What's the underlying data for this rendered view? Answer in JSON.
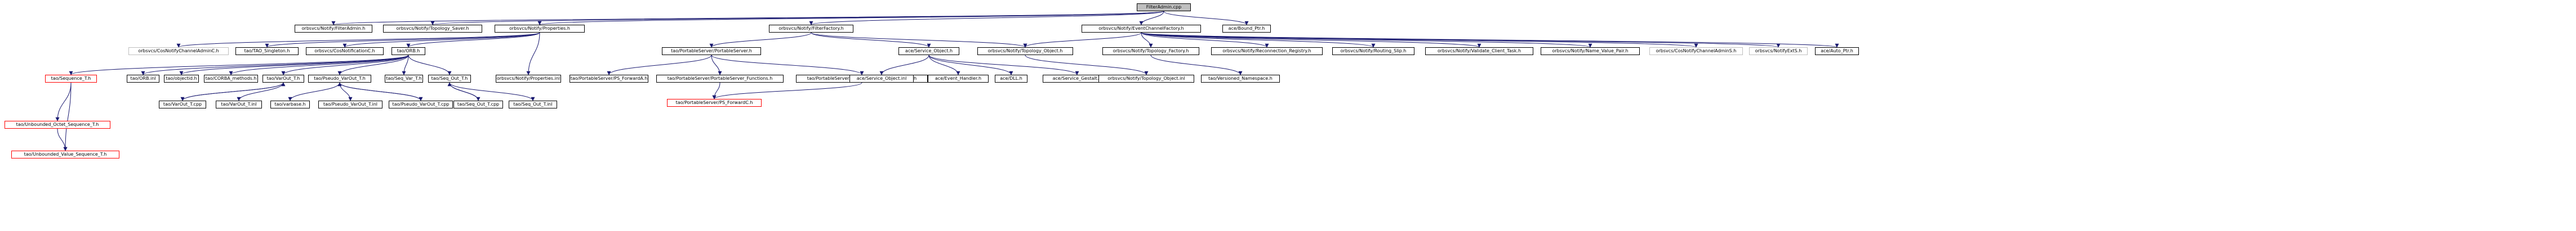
{
  "nodes": [
    {
      "id": "root",
      "label": "FilterAdmin.cpp",
      "style": "root",
      "interactable": false
    },
    {
      "id": "n_filteradmin_h",
      "label": "orbsvcs/Notify/FilterAdmin.h",
      "style": "normal",
      "interactable": true
    },
    {
      "id": "n_topology_saver",
      "label": "orbsvcs/Notify/Topology_Saver.h",
      "style": "normal",
      "interactable": true
    },
    {
      "id": "n_properties_h",
      "label": "orbsvcs/Notify/Properties.h",
      "style": "normal",
      "interactable": true
    },
    {
      "id": "n_filterfactory",
      "label": "orbsvcs/Notify/FilterFactory.h",
      "style": "normal",
      "interactable": true
    },
    {
      "id": "n_ecfactory",
      "label": "orbsvcs/Notify/EventChannelFactory.h",
      "style": "normal",
      "interactable": true
    },
    {
      "id": "n_bound_ptr",
      "label": "ace/Bound_Ptr.h",
      "style": "normal",
      "interactable": true
    },
    {
      "id": "n_cosnotifychanneladminc",
      "label": "orbsvcs/CosNotifyChannelAdminC.h",
      "style": "light",
      "interactable": false
    },
    {
      "id": "n_tao_singleton",
      "label": "tao/TAO_Singleton.h",
      "style": "normal",
      "interactable": true
    },
    {
      "id": "n_cosnotificationc",
      "label": "orbsvcs/CosNotificationC.h",
      "style": "normal",
      "interactable": true
    },
    {
      "id": "n_orb_h",
      "label": "tao/ORB.h",
      "style": "normal",
      "interactable": true
    },
    {
      "id": "n_portableserver_h",
      "label": "tao/PortableServer/PortableServer.h",
      "style": "normal",
      "interactable": true
    },
    {
      "id": "n_service_object_h",
      "label": "ace/Service_Object.h",
      "style": "normal",
      "interactable": true
    },
    {
      "id": "n_topology_object_h",
      "label": "orbsvcs/Notify/Topology_Object.h",
      "style": "normal",
      "interactable": true
    },
    {
      "id": "n_topology_factory",
      "label": "orbsvcs/Notify/Topology_Factory.h",
      "style": "normal",
      "interactable": true
    },
    {
      "id": "n_reconnection_registry",
      "label": "orbsvcs/Notify/Reconnection_Registry.h",
      "style": "normal",
      "interactable": true
    },
    {
      "id": "n_routing_slip",
      "label": "orbsvcs/Notify/Routing_Slip.h",
      "style": "normal",
      "interactable": true
    },
    {
      "id": "n_validate_client_task",
      "label": "orbsvcs/Notify/Validate_Client_Task.h",
      "style": "normal",
      "interactable": true
    },
    {
      "id": "n_name_value_pair",
      "label": "orbsvcs/Notify/Name_Value_Pair.h",
      "style": "normal",
      "interactable": true
    },
    {
      "id": "n_cosnotifychanneladmins",
      "label": "orbsvcs/CosNotifyChannelAdminS.h",
      "style": "light",
      "interactable": false
    },
    {
      "id": "n_notifyexts",
      "label": "orbsvcs/NotifyExtS.h",
      "style": "light",
      "interactable": false
    },
    {
      "id": "n_auto_ptr",
      "label": "ace/Auto_Ptr.h",
      "style": "normal",
      "interactable": true
    },
    {
      "id": "n_sequence_t",
      "label": "tao/Sequence_T.h",
      "style": "red",
      "interactable": false
    },
    {
      "id": "n_orb_inl",
      "label": "tao/ORB.inl",
      "style": "normal",
      "interactable": true
    },
    {
      "id": "n_objectid",
      "label": "tao/objectid.h",
      "style": "normal",
      "interactable": true
    },
    {
      "id": "n_corba_methods",
      "label": "tao/CORBA_methods.h",
      "style": "normal",
      "interactable": true
    },
    {
      "id": "n_varout_t_h",
      "label": "tao/VarOut_T.h",
      "style": "normal",
      "interactable": true
    },
    {
      "id": "n_pseudo_varout_t_h",
      "label": "tao/Pseudo_VarOut_T.h",
      "style": "normal",
      "interactable": true
    },
    {
      "id": "n_seq_var_t",
      "label": "tao/Seq_Var_T.h",
      "style": "normal",
      "interactable": true
    },
    {
      "id": "n_seq_out_t_h",
      "label": "tao/Seq_Out_T.h",
      "style": "normal",
      "interactable": true
    },
    {
      "id": "n_properties_inl",
      "label": "orbsvcs/Notify/Properties.inl",
      "style": "normal",
      "interactable": true
    },
    {
      "id": "n_ps_forwarda",
      "label": "tao/PortableServer/PS_ForwardA.h",
      "style": "normal",
      "interactable": true
    },
    {
      "id": "n_ps_functions",
      "label": "tao/PortableServer/PortableServer_Functions.h",
      "style": "normal",
      "interactable": true
    },
    {
      "id": "n_ps_wfunctions",
      "label": "tao/PortableServer/PortableServer_WFunctions.h",
      "style": "normal",
      "interactable": true
    },
    {
      "id": "n_service_object_inl",
      "label": "ace/Service_Object.inl",
      "style": "normal",
      "interactable": true
    },
    {
      "id": "n_event_handler",
      "label": "ace/Event_Handler.h",
      "style": "normal",
      "interactable": true
    },
    {
      "id": "n_dll_h",
      "label": "ace/DLL.h",
      "style": "normal",
      "interactable": true
    },
    {
      "id": "n_service_gestalt",
      "label": "ace/Service_Gestalt.h",
      "style": "normal",
      "interactable": true
    },
    {
      "id": "n_topology_object_inl",
      "label": "orbsvcs/Notify/Topology_Object.inl",
      "style": "normal",
      "interactable": true
    },
    {
      "id": "n_versioned_namespace",
      "label": "tao/Versioned_Namespace.h",
      "style": "normal",
      "interactable": true
    },
    {
      "id": "n_unbounded_octet",
      "label": "tao/Unbounded_Octet_Sequence_T.h",
      "style": "red",
      "interactable": false
    },
    {
      "id": "n_varout_t_cpp",
      "label": "tao/VarOut_T.cpp",
      "style": "normal",
      "interactable": true
    },
    {
      "id": "n_varout_t_inl",
      "label": "tao/VarOut_T.inl",
      "style": "normal",
      "interactable": true
    },
    {
      "id": "n_varbase",
      "label": "tao/varbase.h",
      "style": "normal",
      "interactable": true
    },
    {
      "id": "n_pseudo_varout_t_inl",
      "label": "tao/Pseudo_VarOut_T.inl",
      "style": "normal",
      "interactable": true
    },
    {
      "id": "n_pseudo_varout_t_cpp",
      "label": "tao/Pseudo_VarOut_T.cpp",
      "style": "normal",
      "interactable": true
    },
    {
      "id": "n_seq_out_t_cpp",
      "label": "tao/Seq_Out_T.cpp",
      "style": "normal",
      "interactable": true
    },
    {
      "id": "n_seq_out_t_inl",
      "label": "tao/Seq_Out_T.inl",
      "style": "normal",
      "interactable": true
    },
    {
      "id": "n_ps_forwardc",
      "label": "tao/PortableServer/PS_ForwardC.h",
      "style": "red",
      "interactable": false
    },
    {
      "id": "n_unbounded_value",
      "label": "tao/Unbounded_Value_Sequence_T.h",
      "style": "red",
      "interactable": false
    }
  ],
  "edges": [
    [
      "root",
      "n_filteradmin_h"
    ],
    [
      "root",
      "n_topology_saver"
    ],
    [
      "root",
      "n_properties_h"
    ],
    [
      "root",
      "n_filterfactory"
    ],
    [
      "root",
      "n_ecfactory"
    ],
    [
      "root",
      "n_bound_ptr"
    ],
    [
      "n_properties_h",
      "n_cosnotifychanneladminc"
    ],
    [
      "n_properties_h",
      "n_tao_singleton"
    ],
    [
      "n_properties_h",
      "n_cosnotificationc"
    ],
    [
      "n_properties_h",
      "n_orb_h"
    ],
    [
      "n_properties_h",
      "n_properties_inl"
    ],
    [
      "n_filterfactory",
      "n_portableserver_h"
    ],
    [
      "n_filterfactory",
      "n_service_object_h"
    ],
    [
      "n_filterfactory",
      "n_topology_object_h"
    ],
    [
      "n_ecfactory",
      "n_topology_object_h"
    ],
    [
      "n_ecfactory",
      "n_topology_factory"
    ],
    [
      "n_ecfactory",
      "n_reconnection_registry"
    ],
    [
      "n_ecfactory",
      "n_routing_slip"
    ],
    [
      "n_ecfactory",
      "n_validate_client_task"
    ],
    [
      "n_ecfactory",
      "n_name_value_pair"
    ],
    [
      "n_ecfactory",
      "n_cosnotifychanneladmins"
    ],
    [
      "n_ecfactory",
      "n_notifyexts"
    ],
    [
      "n_ecfactory",
      "n_auto_ptr"
    ],
    [
      "n_orb_h",
      "n_sequence_t"
    ],
    [
      "n_orb_h",
      "n_orb_inl"
    ],
    [
      "n_orb_h",
      "n_objectid"
    ],
    [
      "n_orb_h",
      "n_corba_methods"
    ],
    [
      "n_orb_h",
      "n_varout_t_h"
    ],
    [
      "n_orb_h",
      "n_pseudo_varout_t_h"
    ],
    [
      "n_orb_h",
      "n_seq_var_t"
    ],
    [
      "n_orb_h",
      "n_seq_out_t_h"
    ],
    [
      "n_portableserver_h",
      "n_ps_forwarda"
    ],
    [
      "n_portableserver_h",
      "n_ps_functions"
    ],
    [
      "n_portableserver_h",
      "n_ps_wfunctions"
    ],
    [
      "n_ps_functions",
      "n_ps_forwardc"
    ],
    [
      "n_ps_wfunctions",
      "n_ps_forwardc"
    ],
    [
      "n_service_object_h",
      "n_service_object_inl"
    ],
    [
      "n_service_object_h",
      "n_event_handler"
    ],
    [
      "n_service_object_h",
      "n_dll_h"
    ],
    [
      "n_service_object_h",
      "n_service_gestalt"
    ],
    [
      "n_topology_object_h",
      "n_topology_object_inl"
    ],
    [
      "n_topology_factory",
      "n_versioned_namespace"
    ],
    [
      "n_sequence_t",
      "n_unbounded_octet"
    ],
    [
      "n_sequence_t",
      "n_unbounded_value"
    ],
    [
      "n_unbounded_octet",
      "n_unbounded_value"
    ],
    [
      "n_varout_t_h",
      "n_varout_t_cpp"
    ],
    [
      "n_varout_t_h",
      "n_varout_t_inl"
    ],
    [
      "n_varout_t_cpp",
      "n_varout_t_h"
    ],
    [
      "n_pseudo_varout_t_h",
      "n_varbase"
    ],
    [
      "n_pseudo_varout_t_h",
      "n_pseudo_varout_t_inl"
    ],
    [
      "n_pseudo_varout_t_h",
      "n_pseudo_varout_t_cpp"
    ],
    [
      "n_pseudo_varout_t_cpp",
      "n_pseudo_varout_t_h"
    ],
    [
      "n_seq_out_t_h",
      "n_seq_out_t_cpp"
    ],
    [
      "n_seq_out_t_h",
      "n_seq_out_t_inl"
    ],
    [
      "n_seq_out_t_cpp",
      "n_seq_out_t_h"
    ]
  ]
}
